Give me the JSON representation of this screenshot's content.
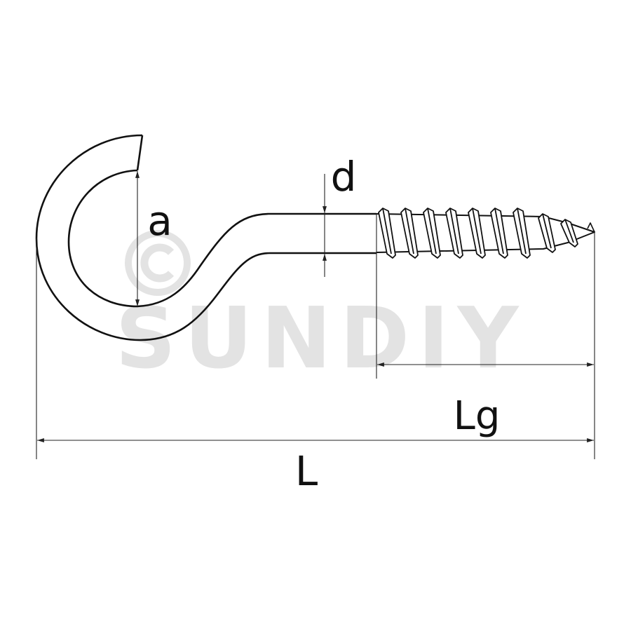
{
  "watermark": {
    "symbol": "©",
    "brand": "SUNDIY"
  },
  "labels": {
    "a": "a",
    "d": "d",
    "Lg": "Lg",
    "L": "L"
  },
  "colors": {
    "line": "#111111",
    "watermark": "#e3e3e3",
    "background": "#ffffff"
  }
}
